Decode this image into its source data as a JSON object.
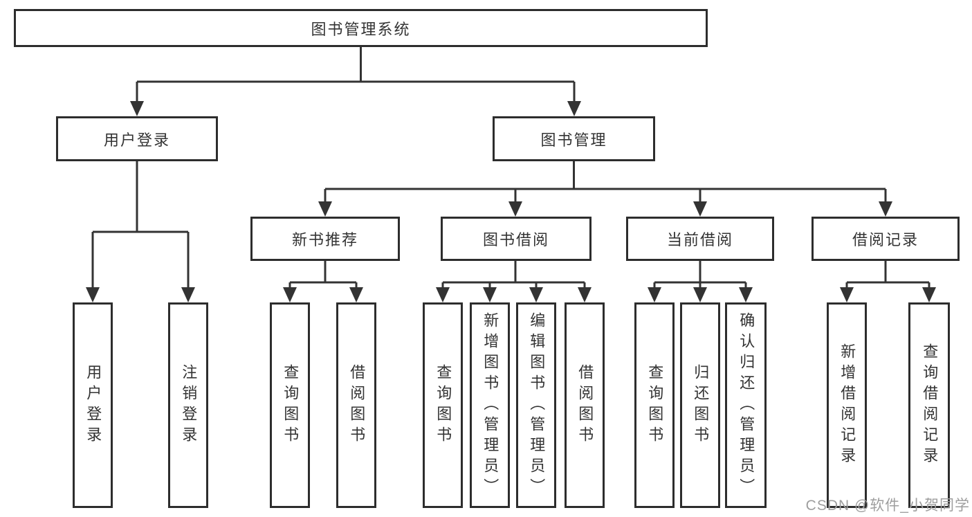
{
  "tree": {
    "root": {
      "label": "图书管理系统",
      "children": [
        {
          "label": "用户登录",
          "children": [
            {
              "label": "用户登录"
            },
            {
              "label": "注销登录"
            }
          ]
        },
        {
          "label": "图书管理",
          "children": [
            {
              "label": "新书推荐",
              "children": [
                {
                  "label": "查询图书"
                },
                {
                  "label": "借阅图书"
                }
              ]
            },
            {
              "label": "图书借阅",
              "children": [
                {
                  "label": "查询图书"
                },
                {
                  "label": "新增图书（管理员）"
                },
                {
                  "label": "编辑图书（管理员）"
                },
                {
                  "label": "借阅图书"
                }
              ]
            },
            {
              "label": "当前借阅",
              "children": [
                {
                  "label": "查询图书"
                },
                {
                  "label": "归还图书"
                },
                {
                  "label": "确认归还（管理员）"
                }
              ]
            },
            {
              "label": "借阅记录",
              "children": [
                {
                  "label": "新增借阅记录"
                },
                {
                  "label": "查询借阅记录"
                }
              ]
            }
          ]
        }
      ]
    }
  },
  "watermark": {
    "text": "CSDN @软件_小贺同学"
  },
  "colors": {
    "line": "#333333",
    "box_border": "#2d2d2d",
    "text": "#333333",
    "watermark": "#9e9e9e",
    "background": "#ffffff"
  }
}
